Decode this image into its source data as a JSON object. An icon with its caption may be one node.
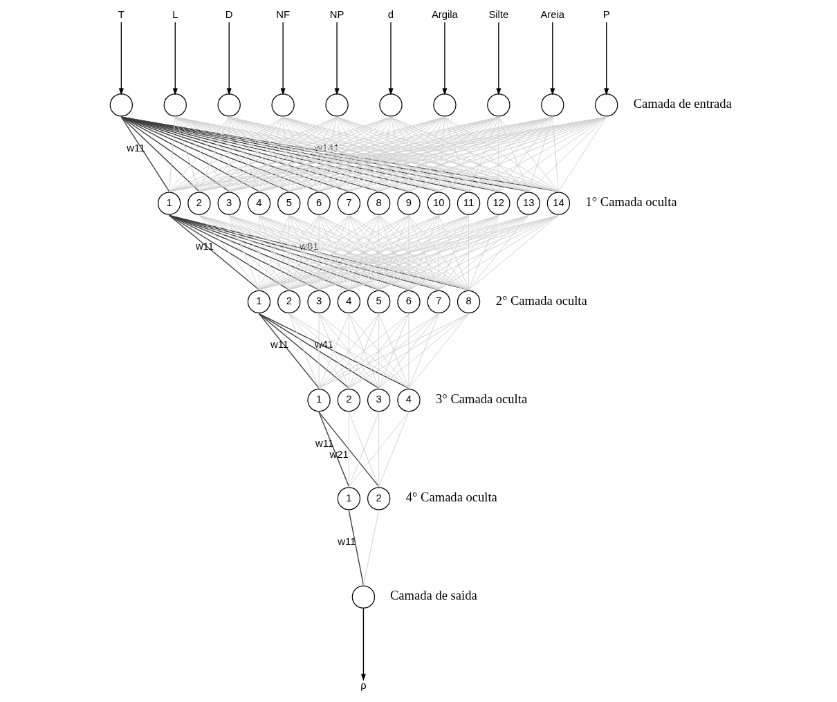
{
  "diagram": {
    "nodes": [
      {
        "text": [
          "T"
        ]
      },
      {
        "text": [
          "L"
        ]
      },
      {
        "text": [
          "D"
        ]
      },
      {
        "text": [
          "NF"
        ]
      },
      {
        "text": [
          "NP"
        ]
      },
      {
        "text": [
          "d"
        ]
      },
      {
        "text": [
          "Argila"
        ]
      },
      {
        "text": [
          "Silte"
        ]
      },
      {
        "text": [
          "Areia"
        ]
      },
      {
        "text": [
          "P"
        ]
      },
      {
        "text": [],
        "shape": "circle"
      },
      {
        "text": [],
        "shape": "circle"
      },
      {
        "text": [],
        "shape": "circle"
      },
      {
        "text": [],
        "shape": "circle"
      },
      {
        "text": [],
        "shape": "circle"
      },
      {
        "text": [],
        "shape": "circle"
      },
      {
        "text": [],
        "shape": "circle"
      },
      {
        "text": [],
        "shape": "circle"
      },
      {
        "text": [],
        "shape": "circle"
      },
      {
        "text": [],
        "shape": "circle"
      },
      {
        "text": [
          "1"
        ]
      },
      {
        "text": [
          "2"
        ]
      },
      {
        "text": [
          "3"
        ]
      },
      {
        "text": [
          "4"
        ]
      },
      {
        "text": [
          "5"
        ]
      },
      {
        "text": [
          "6"
        ]
      },
      {
        "text": [
          "7"
        ]
      },
      {
        "text": [
          "8"
        ]
      },
      {
        "text": [
          "9"
        ]
      },
      {
        "text": [
          "10"
        ]
      },
      {
        "text": [
          "11"
        ]
      },
      {
        "text": [
          "12"
        ]
      },
      {
        "text": [
          "13"
        ]
      },
      {
        "text": [
          "14"
        ]
      },
      {
        "text": [
          "1"
        ]
      },
      {
        "text": [
          "2"
        ]
      },
      {
        "text": [
          "3"
        ]
      },
      {
        "text": [
          "4"
        ]
      },
      {
        "text": [
          "5"
        ]
      },
      {
        "text": [
          "6"
        ]
      },
      {
        "text": [
          "7"
        ]
      },
      {
        "text": [
          "8"
        ]
      },
      {
        "text": [
          "1"
        ]
      },
      {
        "text": [
          "2"
        ]
      },
      {
        "text": [
          "3"
        ]
      },
      {
        "text": [
          "4"
        ]
      },
      {
        "text": [
          "1"
        ]
      },
      {
        "text": [
          "2"
        ]
      },
      {
        "text": [],
        "shape": "circle"
      },
      {
        "text": [
          "ρ"
        ]
      }
    ],
    "edges": [
      {
        "from": 0,
        "to": 10,
        "arrow": "to",
        "color": "#000000"
      },
      {
        "from": 1,
        "to": 11,
        "arrow": "to",
        "color": "#000000"
      },
      {
        "from": 2,
        "to": 12,
        "arrow": "to",
        "color": "#000000"
      },
      {
        "from": 3,
        "to": 13,
        "arrow": "to",
        "color": "#000000"
      },
      {
        "from": 4,
        "to": 14,
        "arrow": "to",
        "color": "#000000"
      },
      {
        "from": 5,
        "to": 15,
        "arrow": "to",
        "color": "#000000"
      },
      {
        "from": 6,
        "to": 16,
        "arrow": "to",
        "color": "#000000"
      },
      {
        "from": 7,
        "to": 17,
        "arrow": "to",
        "color": "#000000"
      },
      {
        "from": 8,
        "to": 18,
        "arrow": "to",
        "color": "#000000"
      },
      {
        "from": 9,
        "to": 19,
        "arrow": "to",
        "color": "#000000"
      },
      {
        "from": 10,
        "to": 20,
        "arrow": "none",
        "label": "w11",
        "color": "#3c3c3c"
      },
      {
        "from": 10,
        "to": 21,
        "arrow": "none",
        "color": "#3c3c3c"
      },
      {
        "from": 10,
        "to": 22,
        "arrow": "none",
        "color": "#3c3c3c"
      },
      {
        "from": 10,
        "to": 23,
        "arrow": "none",
        "color": "#3c3c3c"
      },
      {
        "from": 10,
        "to": 24,
        "arrow": "none",
        "color": "#3c3c3c"
      },
      {
        "from": 10,
        "to": 25,
        "arrow": "none",
        "color": "#3c3c3c"
      },
      {
        "from": 10,
        "to": 26,
        "arrow": "none",
        "color": "#3c3c3c"
      },
      {
        "from": 10,
        "to": 27,
        "arrow": "none",
        "color": "#3c3c3c"
      },
      {
        "from": 10,
        "to": 28,
        "arrow": "none",
        "color": "#3c3c3c"
      },
      {
        "from": 10,
        "to": 29,
        "arrow": "none",
        "color": "#3c3c3c"
      },
      {
        "from": 10,
        "to": 30,
        "arrow": "none",
        "color": "#3c3c3c"
      },
      {
        "from": 10,
        "to": 31,
        "arrow": "none",
        "color": "#3c3c3c"
      },
      {
        "from": 10,
        "to": 32,
        "arrow": "none",
        "color": "#3c3c3c"
      },
      {
        "from": 10,
        "to": 33,
        "arrow": "none",
        "label": "w141",
        "color": "#3c3c3c"
      },
      {
        "from": 11,
        "to": 20,
        "arrow": "none"
      },
      {
        "from": 11,
        "to": 21,
        "arrow": "none"
      },
      {
        "from": 11,
        "to": 22,
        "arrow": "none"
      },
      {
        "from": 11,
        "to": 23,
        "arrow": "none"
      },
      {
        "from": 11,
        "to": 24,
        "arrow": "none"
      },
      {
        "from": 11,
        "to": 25,
        "arrow": "none"
      },
      {
        "from": 11,
        "to": 26,
        "arrow": "none"
      },
      {
        "from": 11,
        "to": 27,
        "arrow": "none"
      },
      {
        "from": 11,
        "to": 28,
        "arrow": "none"
      },
      {
        "from": 11,
        "to": 29,
        "arrow": "none"
      },
      {
        "from": 11,
        "to": 30,
        "arrow": "none"
      },
      {
        "from": 11,
        "to": 31,
        "arrow": "none"
      },
      {
        "from": 11,
        "to": 32,
        "arrow": "none"
      },
      {
        "from": 11,
        "to": 33,
        "arrow": "none"
      },
      {
        "from": 12,
        "to": 20,
        "arrow": "none"
      },
      {
        "from": 12,
        "to": 21,
        "arrow": "none"
      },
      {
        "from": 12,
        "to": 22,
        "arrow": "none"
      },
      {
        "from": 12,
        "to": 23,
        "arrow": "none"
      },
      {
        "from": 12,
        "to": 24,
        "arrow": "none"
      },
      {
        "from": 12,
        "to": 25,
        "arrow": "none"
      },
      {
        "from": 12,
        "to": 26,
        "arrow": "none"
      },
      {
        "from": 12,
        "to": 27,
        "arrow": "none"
      },
      {
        "from": 12,
        "to": 28,
        "arrow": "none"
      },
      {
        "from": 12,
        "to": 29,
        "arrow": "none"
      },
      {
        "from": 12,
        "to": 30,
        "arrow": "none"
      },
      {
        "from": 12,
        "to": 31,
        "arrow": "none"
      },
      {
        "from": 12,
        "to": 32,
        "arrow": "none"
      },
      {
        "from": 12,
        "to": 33,
        "arrow": "none"
      },
      {
        "from": 13,
        "to": 20,
        "arrow": "none"
      },
      {
        "from": 13,
        "to": 21,
        "arrow": "none"
      },
      {
        "from": 13,
        "to": 22,
        "arrow": "none"
      },
      {
        "from": 13,
        "to": 23,
        "arrow": "none"
      },
      {
        "from": 13,
        "to": 24,
        "arrow": "none"
      },
      {
        "from": 13,
        "to": 25,
        "arrow": "none"
      },
      {
        "from": 13,
        "to": 26,
        "arrow": "none"
      },
      {
        "from": 13,
        "to": 27,
        "arrow": "none"
      },
      {
        "from": 13,
        "to": 28,
        "arrow": "none"
      },
      {
        "from": 13,
        "to": 29,
        "arrow": "none"
      },
      {
        "from": 13,
        "to": 30,
        "arrow": "none"
      },
      {
        "from": 13,
        "to": 31,
        "arrow": "none"
      },
      {
        "from": 13,
        "to": 32,
        "arrow": "none"
      },
      {
        "from": 13,
        "to": 33,
        "arrow": "none"
      },
      {
        "from": 14,
        "to": 20,
        "arrow": "none"
      },
      {
        "from": 14,
        "to": 21,
        "arrow": "none"
      },
      {
        "from": 14,
        "to": 22,
        "arrow": "none"
      },
      {
        "from": 14,
        "to": 23,
        "arrow": "none"
      },
      {
        "from": 14,
        "to": 24,
        "arrow": "none"
      },
      {
        "from": 14,
        "to": 25,
        "arrow": "none"
      },
      {
        "from": 14,
        "to": 26,
        "arrow": "none"
      },
      {
        "from": 14,
        "to": 27,
        "arrow": "none"
      },
      {
        "from": 14,
        "to": 28,
        "arrow": "none"
      },
      {
        "from": 14,
        "to": 29,
        "arrow": "none"
      },
      {
        "from": 14,
        "to": 30,
        "arrow": "none"
      },
      {
        "from": 14,
        "to": 31,
        "arrow": "none"
      },
      {
        "from": 14,
        "to": 32,
        "arrow": "none"
      },
      {
        "from": 14,
        "to": 33,
        "arrow": "none"
      },
      {
        "from": 15,
        "to": 20,
        "arrow": "none"
      },
      {
        "from": 15,
        "to": 21,
        "arrow": "none"
      },
      {
        "from": 15,
        "to": 22,
        "arrow": "none"
      },
      {
        "from": 15,
        "to": 23,
        "arrow": "none"
      },
      {
        "from": 15,
        "to": 24,
        "arrow": "none"
      },
      {
        "from": 15,
        "to": 25,
        "arrow": "none"
      },
      {
        "from": 15,
        "to": 26,
        "arrow": "none"
      },
      {
        "from": 15,
        "to": 27,
        "arrow": "none"
      },
      {
        "from": 15,
        "to": 28,
        "arrow": "none"
      },
      {
        "from": 15,
        "to": 29,
        "arrow": "none"
      },
      {
        "from": 15,
        "to": 30,
        "arrow": "none"
      },
      {
        "from": 15,
        "to": 31,
        "arrow": "none"
      },
      {
        "from": 15,
        "to": 32,
        "arrow": "none"
      },
      {
        "from": 15,
        "to": 33,
        "arrow": "none"
      },
      {
        "from": 16,
        "to": 20,
        "arrow": "none"
      },
      {
        "from": 16,
        "to": 21,
        "arrow": "none"
      },
      {
        "from": 16,
        "to": 22,
        "arrow": "none"
      },
      {
        "from": 16,
        "to": 23,
        "arrow": "none"
      },
      {
        "from": 16,
        "to": 24,
        "arrow": "none"
      },
      {
        "from": 16,
        "to": 25,
        "arrow": "none"
      },
      {
        "from": 16,
        "to": 26,
        "arrow": "none"
      },
      {
        "from": 16,
        "to": 27,
        "arrow": "none"
      },
      {
        "from": 16,
        "to": 28,
        "arrow": "none"
      },
      {
        "from": 16,
        "to": 29,
        "arrow": "none"
      },
      {
        "from": 16,
        "to": 30,
        "arrow": "none"
      },
      {
        "from": 16,
        "to": 31,
        "arrow": "none"
      },
      {
        "from": 16,
        "to": 32,
        "arrow": "none"
      },
      {
        "from": 16,
        "to": 33,
        "arrow": "none"
      },
      {
        "from": 17,
        "to": 20,
        "arrow": "none"
      },
      {
        "from": 17,
        "to": 21,
        "arrow": "none"
      },
      {
        "from": 17,
        "to": 22,
        "arrow": "none"
      },
      {
        "from": 17,
        "to": 23,
        "arrow": "none"
      },
      {
        "from": 17,
        "to": 24,
        "arrow": "none"
      },
      {
        "from": 17,
        "to": 25,
        "arrow": "none"
      },
      {
        "from": 17,
        "to": 26,
        "arrow": "none"
      },
      {
        "from": 17,
        "to": 27,
        "arrow": "none"
      },
      {
        "from": 17,
        "to": 28,
        "arrow": "none"
      },
      {
        "from": 17,
        "to": 29,
        "arrow": "none"
      },
      {
        "from": 17,
        "to": 30,
        "arrow": "none"
      },
      {
        "from": 17,
        "to": 31,
        "arrow": "none"
      },
      {
        "from": 17,
        "to": 32,
        "arrow": "none"
      },
      {
        "from": 17,
        "to": 33,
        "arrow": "none"
      },
      {
        "from": 18,
        "to": 20,
        "arrow": "none"
      },
      {
        "from": 18,
        "to": 21,
        "arrow": "none"
      },
      {
        "from": 18,
        "to": 22,
        "arrow": "none"
      },
      {
        "from": 18,
        "to": 23,
        "arrow": "none"
      },
      {
        "from": 18,
        "to": 24,
        "arrow": "none"
      },
      {
        "from": 18,
        "to": 25,
        "arrow": "none"
      },
      {
        "from": 18,
        "to": 26,
        "arrow": "none"
      },
      {
        "from": 18,
        "to": 27,
        "arrow": "none"
      },
      {
        "from": 18,
        "to": 28,
        "arrow": "none"
      },
      {
        "from": 18,
        "to": 29,
        "arrow": "none"
      },
      {
        "from": 18,
        "to": 30,
        "arrow": "none"
      },
      {
        "from": 18,
        "to": 31,
        "arrow": "none"
      },
      {
        "from": 18,
        "to": 32,
        "arrow": "none"
      },
      {
        "from": 18,
        "to": 33,
        "arrow": "none"
      },
      {
        "from": 19,
        "to": 20,
        "arrow": "none"
      },
      {
        "from": 19,
        "to": 21,
        "arrow": "none"
      },
      {
        "from": 19,
        "to": 22,
        "arrow": "none"
      },
      {
        "from": 19,
        "to": 23,
        "arrow": "none"
      },
      {
        "from": 19,
        "to": 24,
        "arrow": "none"
      },
      {
        "from": 19,
        "to": 25,
        "arrow": "none"
      },
      {
        "from": 19,
        "to": 26,
        "arrow": "none"
      },
      {
        "from": 19,
        "to": 27,
        "arrow": "none"
      },
      {
        "from": 19,
        "to": 28,
        "arrow": "none"
      },
      {
        "from": 19,
        "to": 29,
        "arrow": "none"
      },
      {
        "from": 19,
        "to": 30,
        "arrow": "none"
      },
      {
        "from": 19,
        "to": 31,
        "arrow": "none"
      },
      {
        "from": 19,
        "to": 32,
        "arrow": "none"
      },
      {
        "from": 19,
        "to": 33,
        "arrow": "none"
      },
      {
        "from": 20,
        "to": 34,
        "arrow": "none",
        "label": "w11",
        "color": "#3c3c3c"
      },
      {
        "from": 20,
        "to": 35,
        "arrow": "none",
        "color": "#3c3c3c"
      },
      {
        "from": 20,
        "to": 36,
        "arrow": "none",
        "color": "#3c3c3c"
      },
      {
        "from": 20,
        "to": 37,
        "arrow": "none",
        "color": "#3c3c3c"
      },
      {
        "from": 20,
        "to": 38,
        "arrow": "none",
        "color": "#3c3c3c"
      },
      {
        "from": 20,
        "to": 39,
        "arrow": "none",
        "color": "#3c3c3c"
      },
      {
        "from": 20,
        "to": 40,
        "arrow": "none",
        "color": "#3c3c3c"
      },
      {
        "from": 20,
        "to": 41,
        "arrow": "none",
        "label": "w81",
        "color": "#3c3c3c"
      },
      {
        "from": 21,
        "to": 34,
        "arrow": "none"
      },
      {
        "from": 21,
        "to": 35,
        "arrow": "none"
      },
      {
        "from": 21,
        "to": 36,
        "arrow": "none"
      },
      {
        "from": 21,
        "to": 37,
        "arrow": "none"
      },
      {
        "from": 21,
        "to": 38,
        "arrow": "none"
      },
      {
        "from": 21,
        "to": 39,
        "arrow": "none"
      },
      {
        "from": 21,
        "to": 40,
        "arrow": "none"
      },
      {
        "from": 21,
        "to": 41,
        "arrow": "none"
      },
      {
        "from": 22,
        "to": 34,
        "arrow": "none"
      },
      {
        "from": 22,
        "to": 35,
        "arrow": "none"
      },
      {
        "from": 22,
        "to": 36,
        "arrow": "none"
      },
      {
        "from": 22,
        "to": 37,
        "arrow": "none"
      },
      {
        "from": 22,
        "to": 38,
        "arrow": "none"
      },
      {
        "from": 22,
        "to": 39,
        "arrow": "none"
      },
      {
        "from": 22,
        "to": 40,
        "arrow": "none"
      },
      {
        "from": 22,
        "to": 41,
        "arrow": "none"
      },
      {
        "from": 23,
        "to": 34,
        "arrow": "none"
      },
      {
        "from": 23,
        "to": 35,
        "arrow": "none"
      },
      {
        "from": 23,
        "to": 36,
        "arrow": "none"
      },
      {
        "from": 23,
        "to": 37,
        "arrow": "none"
      },
      {
        "from": 23,
        "to": 38,
        "arrow": "none"
      },
      {
        "from": 23,
        "to": 39,
        "arrow": "none"
      },
      {
        "from": 23,
        "to": 40,
        "arrow": "none"
      },
      {
        "from": 23,
        "to": 41,
        "arrow": "none"
      },
      {
        "from": 24,
        "to": 34,
        "arrow": "none"
      },
      {
        "from": 24,
        "to": 35,
        "arrow": "none"
      },
      {
        "from": 24,
        "to": 36,
        "arrow": "none"
      },
      {
        "from": 24,
        "to": 37,
        "arrow": "none"
      },
      {
        "from": 24,
        "to": 38,
        "arrow": "none"
      },
      {
        "from": 24,
        "to": 39,
        "arrow": "none"
      },
      {
        "from": 24,
        "to": 40,
        "arrow": "none"
      },
      {
        "from": 24,
        "to": 41,
        "arrow": "none"
      },
      {
        "from": 25,
        "to": 34,
        "arrow": "none"
      },
      {
        "from": 25,
        "to": 35,
        "arrow": "none"
      },
      {
        "from": 25,
        "to": 36,
        "arrow": "none"
      },
      {
        "from": 25,
        "to": 37,
        "arrow": "none"
      },
      {
        "from": 25,
        "to": 38,
        "arrow": "none"
      },
      {
        "from": 25,
        "to": 39,
        "arrow": "none"
      },
      {
        "from": 25,
        "to": 40,
        "arrow": "none"
      },
      {
        "from": 25,
        "to": 41,
        "arrow": "none"
      },
      {
        "from": 26,
        "to": 34,
        "arrow": "none"
      },
      {
        "from": 26,
        "to": 35,
        "arrow": "none"
      },
      {
        "from": 26,
        "to": 36,
        "arrow": "none"
      },
      {
        "from": 26,
        "to": 37,
        "arrow": "none"
      },
      {
        "from": 26,
        "to": 38,
        "arrow": "none"
      },
      {
        "from": 26,
        "to": 39,
        "arrow": "none"
      },
      {
        "from": 26,
        "to": 40,
        "arrow": "none"
      },
      {
        "from": 26,
        "to": 41,
        "arrow": "none"
      },
      {
        "from": 27,
        "to": 34,
        "arrow": "none"
      },
      {
        "from": 27,
        "to": 35,
        "arrow": "none"
      },
      {
        "from": 27,
        "to": 36,
        "arrow": "none"
      },
      {
        "from": 27,
        "to": 37,
        "arrow": "none"
      },
      {
        "from": 27,
        "to": 38,
        "arrow": "none"
      },
      {
        "from": 27,
        "to": 39,
        "arrow": "none"
      },
      {
        "from": 27,
        "to": 40,
        "arrow": "none"
      },
      {
        "from": 27,
        "to": 41,
        "arrow": "none"
      },
      {
        "from": 28,
        "to": 34,
        "arrow": "none"
      },
      {
        "from": 28,
        "to": 35,
        "arrow": "none"
      },
      {
        "from": 28,
        "to": 36,
        "arrow": "none"
      },
      {
        "from": 28,
        "to": 37,
        "arrow": "none"
      },
      {
        "from": 28,
        "to": 38,
        "arrow": "none"
      },
      {
        "from": 28,
        "to": 39,
        "arrow": "none"
      },
      {
        "from": 28,
        "to": 40,
        "arrow": "none"
      },
      {
        "from": 28,
        "to": 41,
        "arrow": "none"
      },
      {
        "from": 29,
        "to": 34,
        "arrow": "none"
      },
      {
        "from": 29,
        "to": 35,
        "arrow": "none"
      },
      {
        "from": 29,
        "to": 36,
        "arrow": "none"
      },
      {
        "from": 29,
        "to": 37,
        "arrow": "none"
      },
      {
        "from": 29,
        "to": 38,
        "arrow": "none"
      },
      {
        "from": 29,
        "to": 39,
        "arrow": "none"
      },
      {
        "from": 29,
        "to": 40,
        "arrow": "none"
      },
      {
        "from": 29,
        "to": 41,
        "arrow": "none"
      },
      {
        "from": 30,
        "to": 34,
        "arrow": "none"
      },
      {
        "from": 30,
        "to": 35,
        "arrow": "none"
      },
      {
        "from": 30,
        "to": 36,
        "arrow": "none"
      },
      {
        "from": 30,
        "to": 37,
        "arrow": "none"
      },
      {
        "from": 30,
        "to": 38,
        "arrow": "none"
      },
      {
        "from": 30,
        "to": 39,
        "arrow": "none"
      },
      {
        "from": 30,
        "to": 40,
        "arrow": "none"
      },
      {
        "from": 30,
        "to": 41,
        "arrow": "none"
      },
      {
        "from": 31,
        "to": 34,
        "arrow": "none"
      },
      {
        "from": 31,
        "to": 35,
        "arrow": "none"
      },
      {
        "from": 31,
        "to": 36,
        "arrow": "none"
      },
      {
        "from": 31,
        "to": 37,
        "arrow": "none"
      },
      {
        "from": 31,
        "to": 38,
        "arrow": "none"
      },
      {
        "from": 31,
        "to": 39,
        "arrow": "none"
      },
      {
        "from": 31,
        "to": 40,
        "arrow": "none"
      },
      {
        "from": 31,
        "to": 41,
        "arrow": "none"
      },
      {
        "from": 32,
        "to": 34,
        "arrow": "none"
      },
      {
        "from": 32,
        "to": 35,
        "arrow": "none"
      },
      {
        "from": 32,
        "to": 36,
        "arrow": "none"
      },
      {
        "from": 32,
        "to": 37,
        "arrow": "none"
      },
      {
        "from": 32,
        "to": 38,
        "arrow": "none"
      },
      {
        "from": 32,
        "to": 39,
        "arrow": "none"
      },
      {
        "from": 32,
        "to": 40,
        "arrow": "none"
      },
      {
        "from": 32,
        "to": 41,
        "arrow": "none"
      },
      {
        "from": 33,
        "to": 34,
        "arrow": "none"
      },
      {
        "from": 33,
        "to": 35,
        "arrow": "none"
      },
      {
        "from": 33,
        "to": 36,
        "arrow": "none"
      },
      {
        "from": 33,
        "to": 37,
        "arrow": "none"
      },
      {
        "from": 33,
        "to": 38,
        "arrow": "none"
      },
      {
        "from": 33,
        "to": 39,
        "arrow": "none"
      },
      {
        "from": 33,
        "to": 40,
        "arrow": "none"
      },
      {
        "from": 33,
        "to": 41,
        "arrow": "none"
      },
      {
        "from": 34,
        "to": 42,
        "arrow": "none",
        "label": "w11",
        "color": "#3c3c3c"
      },
      {
        "from": 34,
        "to": 43,
        "arrow": "none",
        "color": "#3c3c3c"
      },
      {
        "from": 34,
        "to": 44,
        "arrow": "none",
        "color": "#3c3c3c"
      },
      {
        "from": 34,
        "to": 45,
        "arrow": "none",
        "label": "w41",
        "color": "#3c3c3c"
      },
      {
        "from": 35,
        "to": 42,
        "arrow": "none"
      },
      {
        "from": 35,
        "to": 43,
        "arrow": "none"
      },
      {
        "from": 35,
        "to": 44,
        "arrow": "none"
      },
      {
        "from": 35,
        "to": 45,
        "arrow": "none"
      },
      {
        "from": 36,
        "to": 42,
        "arrow": "none"
      },
      {
        "from": 36,
        "to": 43,
        "arrow": "none"
      },
      {
        "from": 36,
        "to": 44,
        "arrow": "none"
      },
      {
        "from": 36,
        "to": 45,
        "arrow": "none"
      },
      {
        "from": 37,
        "to": 42,
        "arrow": "none"
      },
      {
        "from": 37,
        "to": 43,
        "arrow": "none"
      },
      {
        "from": 37,
        "to": 44,
        "arrow": "none"
      },
      {
        "from": 37,
        "to": 45,
        "arrow": "none"
      },
      {
        "from": 38,
        "to": 42,
        "arrow": "none"
      },
      {
        "from": 38,
        "to": 43,
        "arrow": "none"
      },
      {
        "from": 38,
        "to": 44,
        "arrow": "none"
      },
      {
        "from": 38,
        "to": 45,
        "arrow": "none"
      },
      {
        "from": 39,
        "to": 42,
        "arrow": "none"
      },
      {
        "from": 39,
        "to": 43,
        "arrow": "none"
      },
      {
        "from": 39,
        "to": 44,
        "arrow": "none"
      },
      {
        "from": 39,
        "to": 45,
        "arrow": "none"
      },
      {
        "from": 40,
        "to": 42,
        "arrow": "none"
      },
      {
        "from": 40,
        "to": 43,
        "arrow": "none"
      },
      {
        "from": 40,
        "to": 44,
        "arrow": "none"
      },
      {
        "from": 40,
        "to": 45,
        "arrow": "none"
      },
      {
        "from": 41,
        "to": 42,
        "arrow": "none"
      },
      {
        "from": 41,
        "to": 43,
        "arrow": "none"
      },
      {
        "from": 41,
        "to": 44,
        "arrow": "none"
      },
      {
        "from": 41,
        "to": 45,
        "arrow": "none"
      },
      {
        "from": 42,
        "to": 46,
        "arrow": "none",
        "label": "w11",
        "color": "#3c3c3c"
      },
      {
        "from": 42,
        "to": 47,
        "arrow": "none",
        "label": "w21",
        "color": "#3c3c3c"
      },
      {
        "from": 43,
        "to": 46,
        "arrow": "none"
      },
      {
        "from": 43,
        "to": 47,
        "arrow": "none"
      },
      {
        "from": 44,
        "to": 46,
        "arrow": "none"
      },
      {
        "from": 44,
        "to": 47,
        "arrow": "none"
      },
      {
        "from": 45,
        "to": 46,
        "arrow": "none"
      },
      {
        "from": 45,
        "to": 47,
        "arrow": "none"
      },
      {
        "from": 46,
        "to": 48,
        "arrow": "none",
        "label": "w11",
        "color": "#3c3c3c"
      },
      {
        "from": 47,
        "to": 48,
        "arrow": "none"
      },
      {
        "from": 48,
        "to": 49,
        "arrow": "to",
        "color": "#000000"
      }
    ],
    "labels": [
      "Camada de entrada",
      "1° Camada oculta",
      "2° Camada oculta",
      "3° Camada oculta",
      "4° Camada oculta",
      "Camada de saida"
    ]
  }
}
